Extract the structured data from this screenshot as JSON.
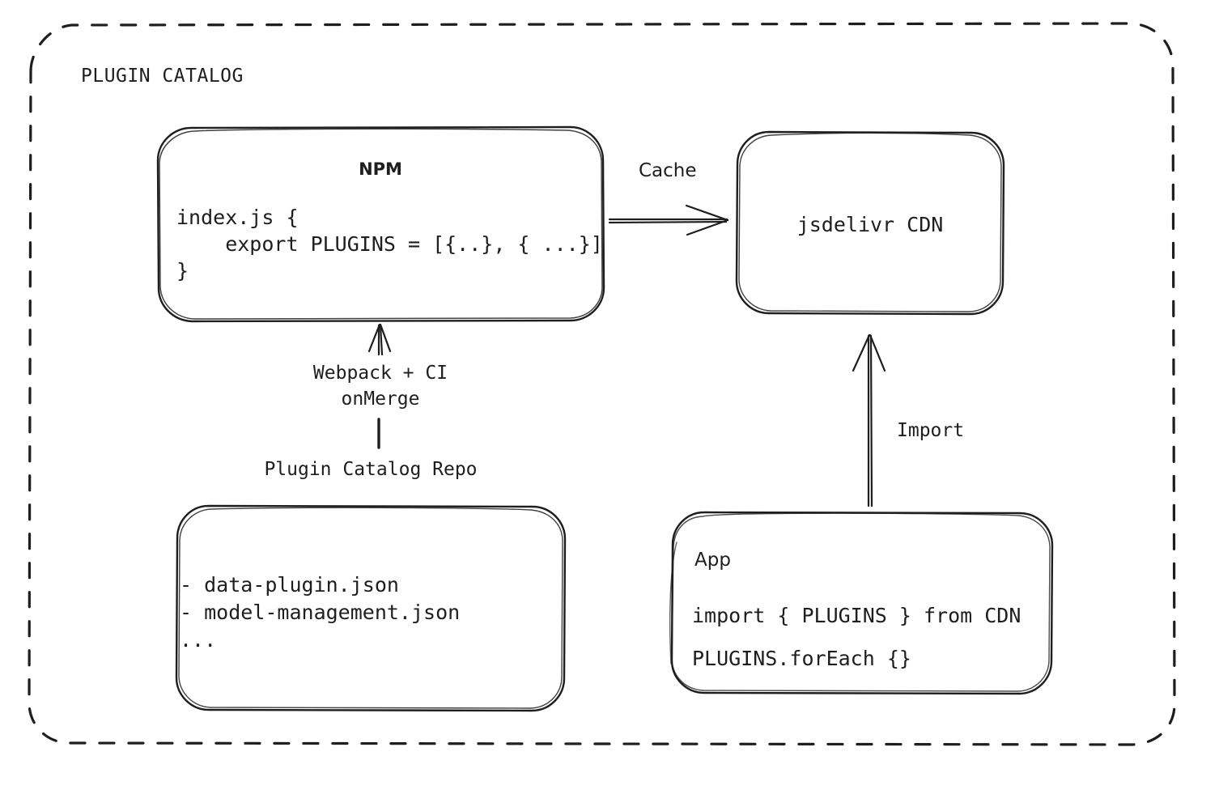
{
  "diagram": {
    "title": "PLUGIN CATALOG",
    "type": "architecture-flow",
    "colors": {
      "stroke": "#1e1e1e",
      "background": "#ffffff",
      "text": "#1e1e1e"
    },
    "nodes": {
      "npm": {
        "title": "NPM",
        "code": "index.js {\n    export PLUGINS = [{..}, { ...}]\n}"
      },
      "cdn": {
        "title": "jsdelivr CDN"
      },
      "repo": {
        "caption": "Plugin Catalog Repo",
        "files": "- data-plugin.json\n- model-management.json\n..."
      },
      "app": {
        "title": "App",
        "line1": "import { PLUGINS } from CDN",
        "line2": "PLUGINS.forEach {}"
      }
    },
    "edges": {
      "npm_to_cdn": "Cache",
      "repo_to_npm": "Webpack + CI\nonMerge",
      "app_to_cdn": "Import"
    }
  }
}
